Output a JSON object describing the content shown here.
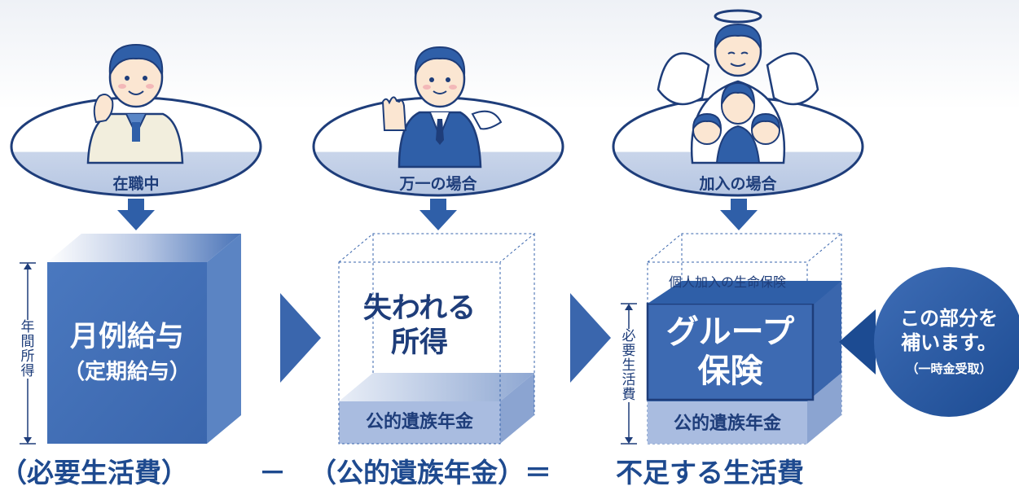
{
  "panels": {
    "p1_label": "在職中",
    "p2_label": "万一の場合",
    "p3_label": "加入の場合"
  },
  "box1": {
    "title": "月例給与",
    "subtitle": "（定期給与）",
    "side_label": [
      "年",
      "間",
      "所",
      "得"
    ]
  },
  "box2": {
    "title_line1": "失われる",
    "title_line2": "所得",
    "base": "公的遺族年金"
  },
  "box3": {
    "top_label": "個人加入の生命保険",
    "title_line1": "グループ",
    "title_line2": "保険",
    "base": "公的遺族年金",
    "side_label": [
      "必",
      "要",
      "生",
      "活",
      "費"
    ]
  },
  "callout": {
    "line1": "この部分を",
    "line2": "補います。",
    "line3": "（一時金受取）"
  },
  "equation": {
    "term1": "（必要生活費）",
    "op1": "－",
    "term2": "（公的遺族年金）＝",
    "result": "不足する生活費"
  },
  "colors": {
    "primary": "#2f5fa8",
    "dark": "#1e3d7a",
    "light": "#c7d3ea"
  }
}
